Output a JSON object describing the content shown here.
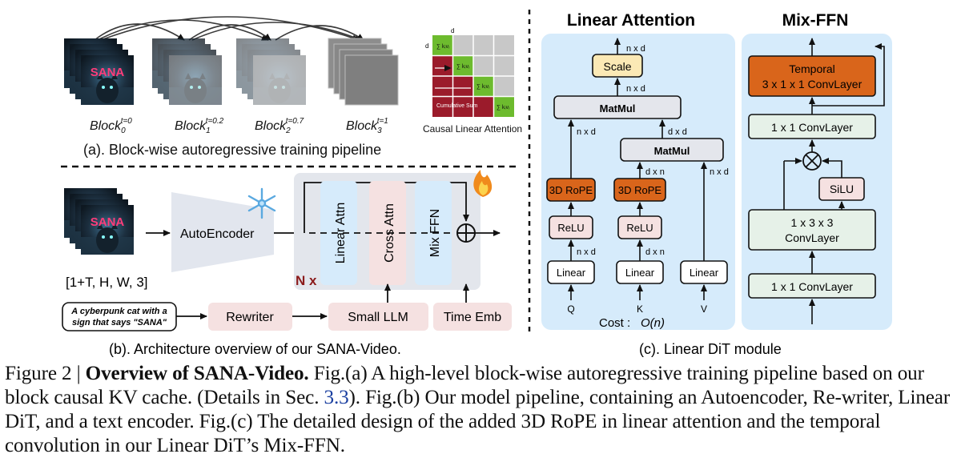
{
  "panel_a": {
    "blocks": [
      {
        "label": "Block",
        "sub": "0",
        "sup": "t=0"
      },
      {
        "label": "Block",
        "sub": "1",
        "sup": "t=0.2"
      },
      {
        "label": "Block",
        "sub": "2",
        "sup": "t=0.7"
      },
      {
        "label": "Block",
        "sub": "3",
        "sup": "t=1"
      }
    ],
    "neon_text": "SANA",
    "causal_title": "Causal Linear Attention",
    "cumulative_sum": "Cumulative Sum",
    "matrix_axis_label": "d",
    "caption": "(a). Block-wise autoregressive training pipeline"
  },
  "panel_b": {
    "input_shape": "[1+T, H, W, 3]",
    "autoencoder": "AutoEncoder",
    "blocks": [
      "Linear Attn",
      "Cross Attn",
      "Mix FFN"
    ],
    "repeat": "N x",
    "prompt_line1": "A cyberpunk cat with a",
    "prompt_line2": "sign that says \"SANA\"",
    "rewriter": "Rewriter",
    "small_llm": "Small LLM",
    "time_emb": "Time Emb",
    "caption": "(b). Architecture overview of our SANA-Video."
  },
  "panel_c": {
    "linear_attention": {
      "title": "Linear Attention",
      "scale": "Scale",
      "matmul": "MatMul",
      "rope": "3D RoPE",
      "relu": "ReLU",
      "linear": "Linear",
      "inputs": [
        "Q",
        "K",
        "V"
      ],
      "dims": {
        "nxd": "n x d",
        "dxd": "d x d",
        "dxn": "d x n"
      },
      "cost": "Cost :",
      "cost_expr": "O(n)"
    },
    "mix_ffn": {
      "title": "Mix-FFN",
      "temporal_line1": "Temporal",
      "temporal_line2": "3 x 1 x 1 ConvLayer",
      "conv1x1": "1 x 1 ConvLayer",
      "silu": "SiLU",
      "conv3x3_line1": "1 x 3 x 3",
      "conv3x3_line2": "ConvLayer"
    },
    "caption": "(c). Linear DiT module"
  },
  "figure_caption": {
    "lead": "Figure 2 |",
    "title": "Overview of SANA-Video.",
    "text_a": "Fig.(a) A high-level block-wise autoregressive training pipeline based on our block causal KV cache. (Details in Sec.",
    "sec_ref": "3.3",
    "text_b": "). Fig.(b) Our model pipeline, containing an Autoencoder, Re-writer, Linear DiT, and a text encoder. Fig.(c) The detailed design of the added 3D RoPE in linear attention and the temporal convolution in our Linear DiT’s Mix-FFN."
  },
  "colors": {
    "panel_bg": "#d6ebfb",
    "orange": "#d9651b",
    "cream": "#fbe9b5",
    "pink": "#f5e1e1",
    "mint": "#e6f1e8",
    "grey_box": "#e4e6ec",
    "matrix_red": "#9b1b2b",
    "matrix_green": "#6dbb2e",
    "matrix_grey": "#c8c8c8"
  }
}
